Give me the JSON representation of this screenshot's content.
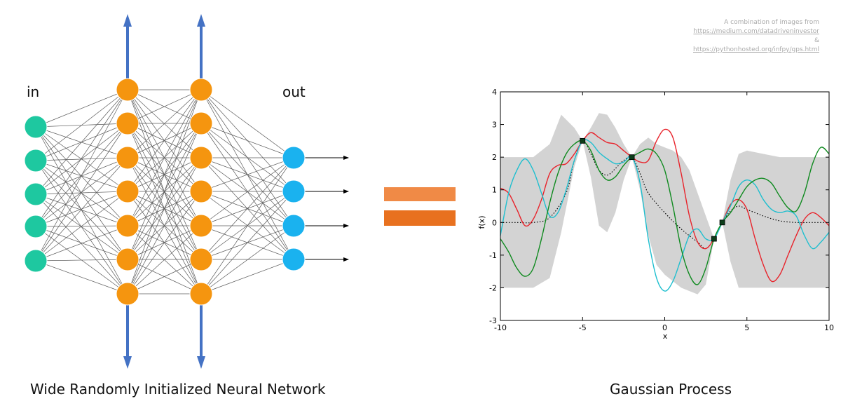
{
  "credit": {
    "line1": "A combination of images from",
    "link1": "https://medium.com/datadriveninvestor",
    "amp": "&",
    "link2": "https://pythonhosted.org/infpy/gps.html"
  },
  "network": {
    "input_label": "in",
    "output_label": "out",
    "caption": "Wide Randomly Initialized Neural Network",
    "layers": [
      {
        "role": "input",
        "nodes": 5,
        "color": "#1ec8a0"
      },
      {
        "role": "hidden",
        "nodes": 7,
        "color": "#f5950f"
      },
      {
        "role": "hidden",
        "nodes": 7,
        "color": "#f5950f"
      },
      {
        "role": "output",
        "nodes": 4,
        "color": "#1ab2ef"
      }
    ],
    "arrow_color": "#4472c4"
  },
  "equals": {
    "top_color": "#f08a46",
    "bottom_color": "#e8711f"
  },
  "gp": {
    "caption": "Gaussian Process",
    "chart_data": {
      "type": "line",
      "xlabel": "x",
      "ylabel": "f(x)",
      "xlim": [
        -10,
        10
      ],
      "ylim": [
        -3,
        4
      ],
      "xticks": [
        -10,
        -5,
        0,
        5,
        10
      ],
      "yticks": [
        -3,
        -2,
        -1,
        0,
        1,
        2,
        3,
        4
      ],
      "observations": [
        {
          "x": -5,
          "y": 2.5
        },
        {
          "x": -2,
          "y": 2.0
        },
        {
          "x": 3,
          "y": -0.5
        },
        {
          "x": 3.5,
          "y": 0.0
        }
      ],
      "confidence_band": {
        "color": "#d3d3d3",
        "x": [
          -10,
          -9,
          -8,
          -7,
          -6.3,
          -5.5,
          -5,
          -4.5,
          -4,
          -3.5,
          -3,
          -2.5,
          -2,
          -1.5,
          -1,
          -0.5,
          0,
          0.5,
          1,
          1.5,
          2,
          2.5,
          3,
          3.5,
          4,
          4.5,
          5,
          6,
          7,
          8,
          9,
          10
        ],
        "upper": [
          2.0,
          2.0,
          2.0,
          2.4,
          3.3,
          2.9,
          2.5,
          2.9,
          3.35,
          3.3,
          2.9,
          2.4,
          2.0,
          2.4,
          2.6,
          2.4,
          2.3,
          2.2,
          2.0,
          1.6,
          0.9,
          0.2,
          -0.5,
          0.0,
          1.3,
          2.1,
          2.2,
          2.1,
          2.0,
          2.0,
          2.0,
          2.0
        ],
        "lower": [
          -2.0,
          -2.0,
          -2.0,
          -1.7,
          -0.3,
          1.7,
          2.5,
          1.4,
          -0.1,
          -0.3,
          0.3,
          1.3,
          2.0,
          1.0,
          -0.4,
          -1.3,
          -1.6,
          -1.8,
          -2.0,
          -2.1,
          -2.2,
          -1.9,
          -0.5,
          0.0,
          -1.2,
          -2.0,
          -2.0,
          -2.0,
          -2.0,
          -2.0,
          -2.0,
          -2.0
        ]
      },
      "mean": {
        "color": "#000000",
        "style": "dotted",
        "x": [
          -10,
          -9,
          -8,
          -7,
          -6,
          -5.5,
          -5,
          -4.5,
          -4,
          -3.5,
          -3,
          -2.5,
          -2,
          -1.5,
          -1,
          0,
          1,
          2,
          2.5,
          3,
          3.5,
          4,
          4.5,
          5,
          6,
          7,
          8,
          9,
          10
        ],
        "y": [
          0.0,
          0.0,
          0.0,
          0.15,
          0.9,
          1.9,
          2.5,
          2.1,
          1.6,
          1.45,
          1.65,
          1.9,
          2.0,
          1.5,
          0.9,
          0.3,
          -0.2,
          -0.6,
          -0.8,
          -0.5,
          0.0,
          0.35,
          0.5,
          0.4,
          0.2,
          0.05,
          0.0,
          0.0,
          0.0
        ]
      },
      "series": [
        {
          "color": "#e8232b",
          "x": [
            -10,
            -9.5,
            -9,
            -8.5,
            -8,
            -7.5,
            -7,
            -6.5,
            -6,
            -5.5,
            -5,
            -4.5,
            -4,
            -3.5,
            -3,
            -2.5,
            -2,
            -1.5,
            -1,
            -0.5,
            0,
            0.5,
            1,
            1.5,
            2,
            2.5,
            3,
            3.5,
            4,
            4.5,
            5,
            5.5,
            6,
            6.5,
            7,
            7.5,
            8,
            8.5,
            9,
            9.5,
            10
          ],
          "y": [
            1.05,
            0.9,
            0.4,
            -0.1,
            0.1,
            0.7,
            1.5,
            1.75,
            1.8,
            2.1,
            2.5,
            2.75,
            2.6,
            2.45,
            2.4,
            2.2,
            2.0,
            1.85,
            1.9,
            2.5,
            2.85,
            2.6,
            1.5,
            0.2,
            -0.6,
            -0.8,
            -0.5,
            0.0,
            0.55,
            0.7,
            0.4,
            -0.5,
            -1.3,
            -1.8,
            -1.6,
            -1.0,
            -0.4,
            0.1,
            0.3,
            0.15,
            -0.1
          ]
        },
        {
          "color": "#1fbfcf",
          "x": [
            -10,
            -9.5,
            -9,
            -8.5,
            -8,
            -7.5,
            -7,
            -6.5,
            -6,
            -5.5,
            -5,
            -4.5,
            -4,
            -3.5,
            -3,
            -2.5,
            -2,
            -1.5,
            -1,
            -0.5,
            0,
            0.5,
            1,
            1.5,
            2,
            2.5,
            3,
            3.5,
            4,
            4.5,
            5,
            5.5,
            6,
            6.5,
            7,
            7.5,
            8,
            8.5,
            9,
            9.5,
            10
          ],
          "y": [
            -0.4,
            0.9,
            1.6,
            1.95,
            1.6,
            0.9,
            0.2,
            0.3,
            1.0,
            1.9,
            2.5,
            2.45,
            2.15,
            1.95,
            1.8,
            1.85,
            2.0,
            1.2,
            -0.5,
            -1.7,
            -2.1,
            -1.8,
            -1.1,
            -0.4,
            -0.2,
            -0.5,
            -0.5,
            0.0,
            0.5,
            1.1,
            1.3,
            1.15,
            0.7,
            0.4,
            0.3,
            0.35,
            0.2,
            -0.4,
            -0.8,
            -0.6,
            -0.3
          ]
        },
        {
          "color": "#0f8a1f",
          "x": [
            -10,
            -9.5,
            -9,
            -8.5,
            -8,
            -7.5,
            -7,
            -6.5,
            -6,
            -5.5,
            -5,
            -4.5,
            -4,
            -3.5,
            -3,
            -2.5,
            -2,
            -1.5,
            -1,
            -0.5,
            0,
            0.5,
            1,
            1.5,
            2,
            2.5,
            3,
            3.5,
            4,
            4.5,
            5,
            5.5,
            6,
            6.5,
            7,
            7.5,
            8,
            8.5,
            9,
            9.5,
            10
          ],
          "y": [
            -0.5,
            -0.9,
            -1.4,
            -1.65,
            -1.4,
            -0.5,
            0.6,
            1.5,
            2.1,
            2.4,
            2.5,
            2.2,
            1.6,
            1.3,
            1.4,
            1.75,
            2.0,
            2.15,
            2.25,
            2.1,
            1.6,
            0.5,
            -0.8,
            -1.6,
            -1.9,
            -1.4,
            -0.5,
            0.0,
            0.3,
            0.7,
            1.1,
            1.3,
            1.35,
            1.2,
            0.8,
            0.45,
            0.35,
            0.9,
            1.8,
            2.3,
            2.1
          ]
        }
      ]
    }
  }
}
